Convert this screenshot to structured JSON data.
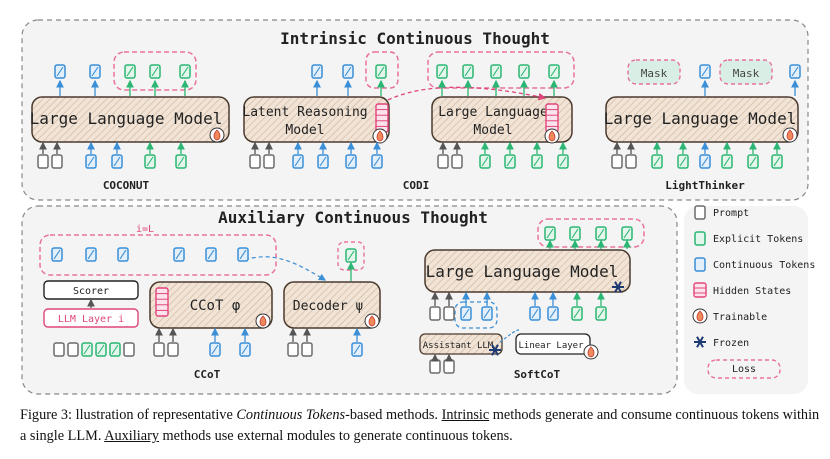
{
  "colors": {
    "prompt": "#6b6b6b",
    "explicit": "#2bb673",
    "continuous": "#3a8fd6",
    "hidden": "#e0457b",
    "loss": "#e8739a",
    "model_fill": "#ead9c9",
    "panel_bg": "#f4f4f4"
  },
  "top_panel": {
    "title": "Intrinsic Continuous Thought",
    "coconut": {
      "model_label": "Large Language Model",
      "name": "COCONUT"
    },
    "codi": {
      "left_model_label_1": "Latent Reasoning",
      "left_model_label_2": "Model",
      "right_model_label_1": "Large Language",
      "right_model_label_2": "Model",
      "name": "CODI"
    },
    "lightthinker": {
      "model_label": "Large Language Model",
      "mask_1": "Mask",
      "mask_2": "Mask",
      "name": "LightThinker"
    }
  },
  "bottom_panel": {
    "title": "Auxiliary Continuous Thought",
    "ccot": {
      "index_label": "i=L",
      "scorer": "Scorer",
      "llm_layer": "LLM Layer i",
      "ccot_model": "CCoT φ",
      "decoder": "Decoder ψ",
      "name": "CCoT"
    },
    "softcot": {
      "model_label": "Large Language Model",
      "assistant": "Assistant LLM",
      "linear": "Linear Layer",
      "name": "SoftCoT"
    }
  },
  "legend": {
    "items": [
      {
        "icon": "prompt-token",
        "label": "Prompt"
      },
      {
        "icon": "explicit-token",
        "label": "Explicit Tokens"
      },
      {
        "icon": "continuous-token",
        "label": "Continuous Tokens"
      },
      {
        "icon": "hidden-states",
        "label": "Hidden States"
      },
      {
        "icon": "flame",
        "label": "Trainable"
      },
      {
        "icon": "snowflake",
        "label": "Frozen"
      },
      {
        "icon": "loss-box",
        "label": "Loss"
      }
    ]
  },
  "caption": {
    "prefix": "Figure 3: llustration of representative ",
    "italic": "Continuous Tokens",
    "mid1": "-based methods. ",
    "u1": "Intrinsic",
    "mid2": " methods generate and consume continuous tokens within a single LLM. ",
    "u2": "Auxiliary",
    "suffix": " methods use external modules to generate continuous tokens."
  }
}
